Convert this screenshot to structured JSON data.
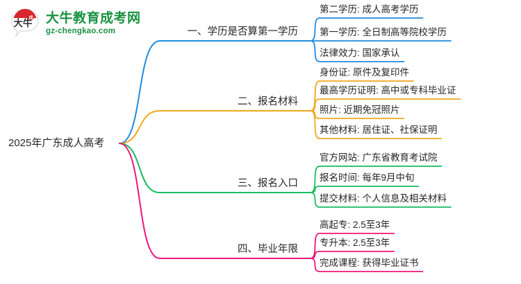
{
  "logo": {
    "mark_text": "大牛",
    "title": "大牛教育成考网",
    "subtitle": "gz-chengkao.com",
    "brand_green": "#1a9141",
    "brand_red": "#d8262c"
  },
  "mindmap": {
    "root": {
      "label": "2025年广东成人高考"
    },
    "branches": [
      {
        "label": "一、学历是否算第一学历",
        "color": "#1f8ae0",
        "children": [
          {
            "label": "第二学历: 成人高考学历"
          },
          {
            "label": "第一学历: 全日制高等院校学历"
          },
          {
            "label": "法律效力: 国家承认"
          }
        ]
      },
      {
        "label": "二、报名材料",
        "color": "#f0a81e",
        "children": [
          {
            "label": "身份证: 原件及复印件"
          },
          {
            "label": "最高学历证明: 高中或专科毕业证"
          },
          {
            "label": "照片: 近期免冠照片"
          },
          {
            "label": "其他材料: 居住证、社保证明"
          }
        ]
      },
      {
        "label": "三、报名入口",
        "color": "#18bb5f",
        "children": [
          {
            "label": "官方网站: 广东省教育考试院"
          },
          {
            "label": "报名时间: 每年9月中旬"
          },
          {
            "label": "提交材料: 个人信息及相关材料"
          }
        ]
      },
      {
        "label": "四、毕业年限",
        "color": "#f0157a",
        "children": [
          {
            "label": "高起专: 2.5至3年"
          },
          {
            "label": "专升本: 2.5至3年"
          },
          {
            "label": "完成课程: 获得毕业证书"
          }
        ]
      }
    ]
  }
}
